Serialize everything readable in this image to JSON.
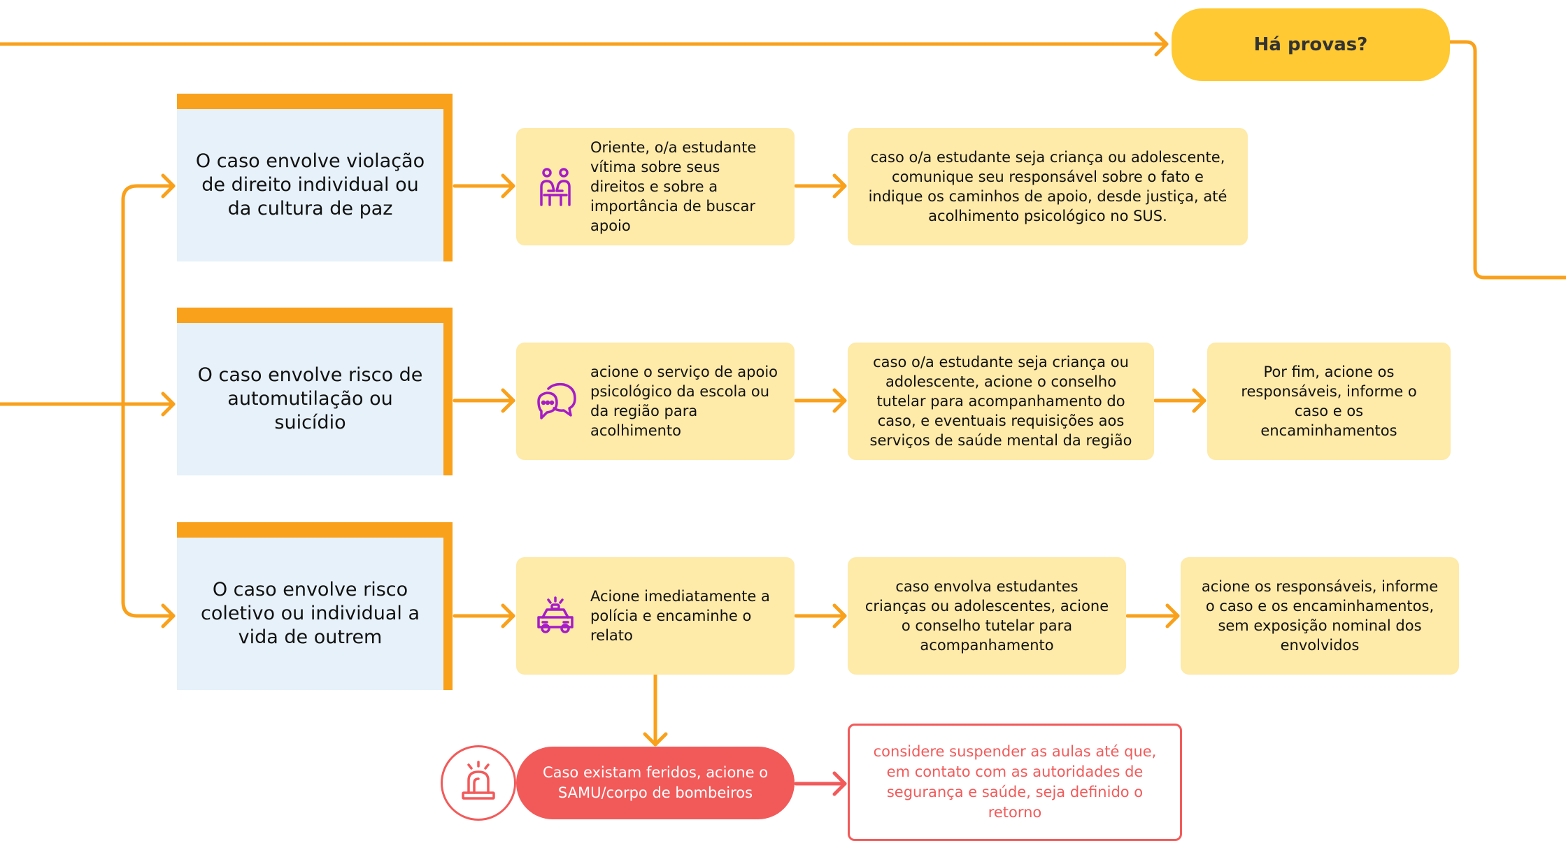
{
  "question": "Há provas?",
  "rows": [
    {
      "category": "O caso envolve violação de direito individual ou da cultura de paz",
      "icon": "student-meeting-icon",
      "steps": [
        "Oriente, o/a estudante vítima sobre seus direitos e sobre a importância de buscar apoio",
        "caso o/a estudante seja criança ou adolescente, comunique seu responsável sobre o fato e indique os caminhos de apoio, desde justiça, até acolhimento psicológico no SUS."
      ]
    },
    {
      "category": "O caso envolve risco de automutilação ou suicídio",
      "icon": "chat-bubbles-icon",
      "steps": [
        "acione o serviço de apoio psicológico da escola ou da região para acolhimento",
        "caso o/a estudante seja criança ou adolescente, acione o conselho tutelar para acompanhamento do caso, e eventuais requisições aos serviços de saúde mental da região",
        "Por fim, acione os responsáveis, informe o caso e os encaminhamentos"
      ]
    },
    {
      "category": "O caso envolve  risco coletivo ou individual a vida de outrem",
      "icon": "police-car-icon",
      "steps": [
        "Acione imediatamente a polícia e encaminhe o relato",
        "caso envolva estudantes crianças ou adolescentes, acione o conselho tutelar para acompanhamento",
        "acione os responsáveis, informe o caso e os encaminhamentos, sem exposição nominal dos envolvidos"
      ]
    }
  ],
  "emergency": {
    "icon": "siren-icon",
    "text": "Caso existam feridos, acione o SAMU/corpo de bombeiros",
    "warning": "considere suspender as aulas até que, em contato com as autoridades de segurança e saúde, seja definido o retorno"
  },
  "colors": {
    "orange": "#f9a11b",
    "yellow_pill": "#fec932",
    "step_bg": "#feeaa9",
    "category_bg": "#e6f1f9",
    "icon_purple": "#a51cc7",
    "red": "#f25a5a"
  }
}
